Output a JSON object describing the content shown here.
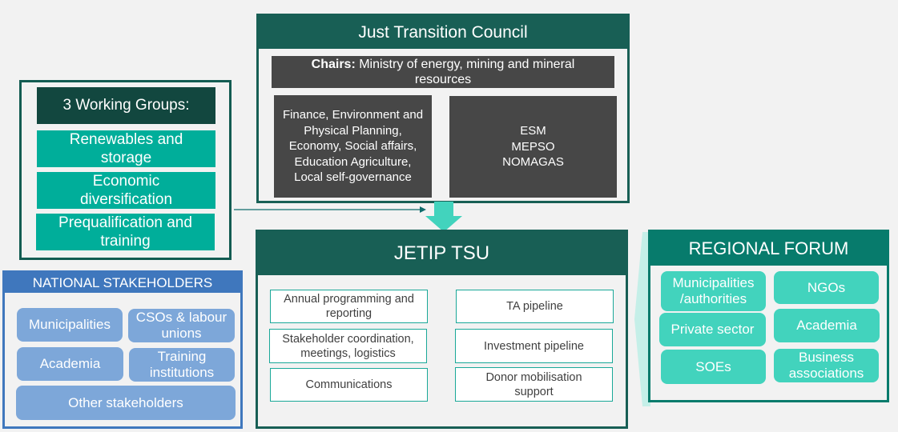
{
  "council": {
    "title": "Just Transition Council",
    "chairs_label": "Chairs:",
    "chairs_text": " Ministry of energy, mining and mineral resources",
    "ministries": "Finance, Environment and Physical Planning, Economy, Social affairs, Education Agriculture, Local self-governance",
    "soes": [
      "ESM",
      "MEPSO",
      "NOMAGAS"
    ]
  },
  "working_groups": {
    "title": "3 Working Groups:",
    "items": [
      "Renewables and storage",
      "Economic diversification",
      "Prequalification and training"
    ]
  },
  "tsu": {
    "title": "JETIP TSU",
    "left_items": [
      "Annual programming and reporting",
      "Stakeholder coordination, meetings, logistics",
      "Communications"
    ],
    "right_items": [
      "TA pipeline",
      "Investment pipeline",
      "Donor mobilisation support"
    ]
  },
  "national_stakeholders": {
    "title": "NATIONAL STAKEHOLDERS",
    "items": [
      "Municipalities",
      "CSOs & labour unions",
      "Academia",
      "Training institutions",
      "Other stakeholders"
    ]
  },
  "regional_forum": {
    "title": "REGIONAL FORUM",
    "items": [
      "Municipalities /authorities",
      "NGOs",
      "Private sector",
      "Academia",
      "SOEs",
      "Business associations"
    ]
  },
  "colors": {
    "dark_green": "#185f55",
    "teal": "#00ae9a",
    "light_teal": "#42d3bd",
    "blue": "#3f77bd",
    "light_blue": "#7da7d9",
    "dark_grey": "#474747"
  }
}
